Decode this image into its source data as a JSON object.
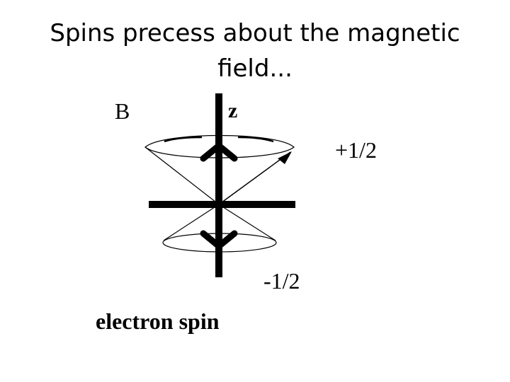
{
  "slide": {
    "title": "Spins precess about the magnetic field..."
  },
  "diagram": {
    "labels": {
      "field": "B",
      "axis": "z",
      "spin_up": "+1/2",
      "spin_down": "-1/2",
      "caption": "electron spin"
    },
    "colors": {
      "background": "#ffffff",
      "ink": "#000000"
    }
  }
}
